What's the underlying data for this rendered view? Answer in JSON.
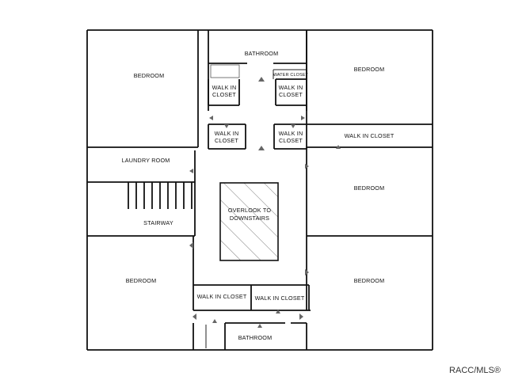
{
  "rooms": {
    "bathroom_top": "BATHROOM",
    "water_closet": "WATER CLOSET",
    "bedroom_top_left": "BEDROOM",
    "bedroom_top_right": "BEDROOM",
    "wic_1": "WALK IN",
    "wic_1b": "CLOSET",
    "wic_2": "WALK IN",
    "wic_2b": "CLOSET",
    "wic_3": "WALK IN",
    "wic_3b": "CLOSET",
    "wic_4": "WALK IN",
    "wic_4b": "CLOSET",
    "wic_right": "WALK IN CLOSET",
    "laundry": "LAUNDRY ROOM",
    "stairway": "STAIRWAY",
    "overlook_1": "OVERLOOK TO",
    "overlook_2": "DOWNSTAIRS",
    "bedroom_mid_right": "BEDROOM",
    "bedroom_bottom_left": "BEDROOM",
    "bedroom_bottom_right": "BEDROOM",
    "wic_bottom_left": "WALK IN CLOSET",
    "wic_bottom_right": "WALK IN CLOSET",
    "bathroom_bottom": "BATHROOM"
  },
  "watermark": "RACC/MLS®",
  "colors": {
    "wall": "#111111",
    "arrow": "#666666",
    "background": "#ffffff"
  }
}
